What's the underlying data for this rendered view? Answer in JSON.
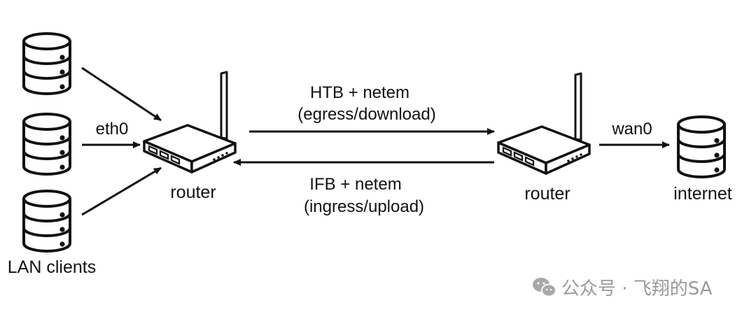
{
  "labels": {
    "lan_clients": "LAN clients",
    "eth0": "eth0",
    "router_left": "router",
    "router_right": "router",
    "wan0": "wan0",
    "internet": "internet"
  },
  "links": {
    "egress_line1": "HTB + netem",
    "egress_line2": "(egress/download)",
    "ingress_line1": "IFB + netem",
    "ingress_line2": "(ingress/upload)"
  },
  "watermark": {
    "icon": "wechat-icon",
    "text": "公众号 · 飞翔的SA"
  },
  "colors": {
    "stroke": "#111111",
    "watermark": "#9a9a9a"
  }
}
